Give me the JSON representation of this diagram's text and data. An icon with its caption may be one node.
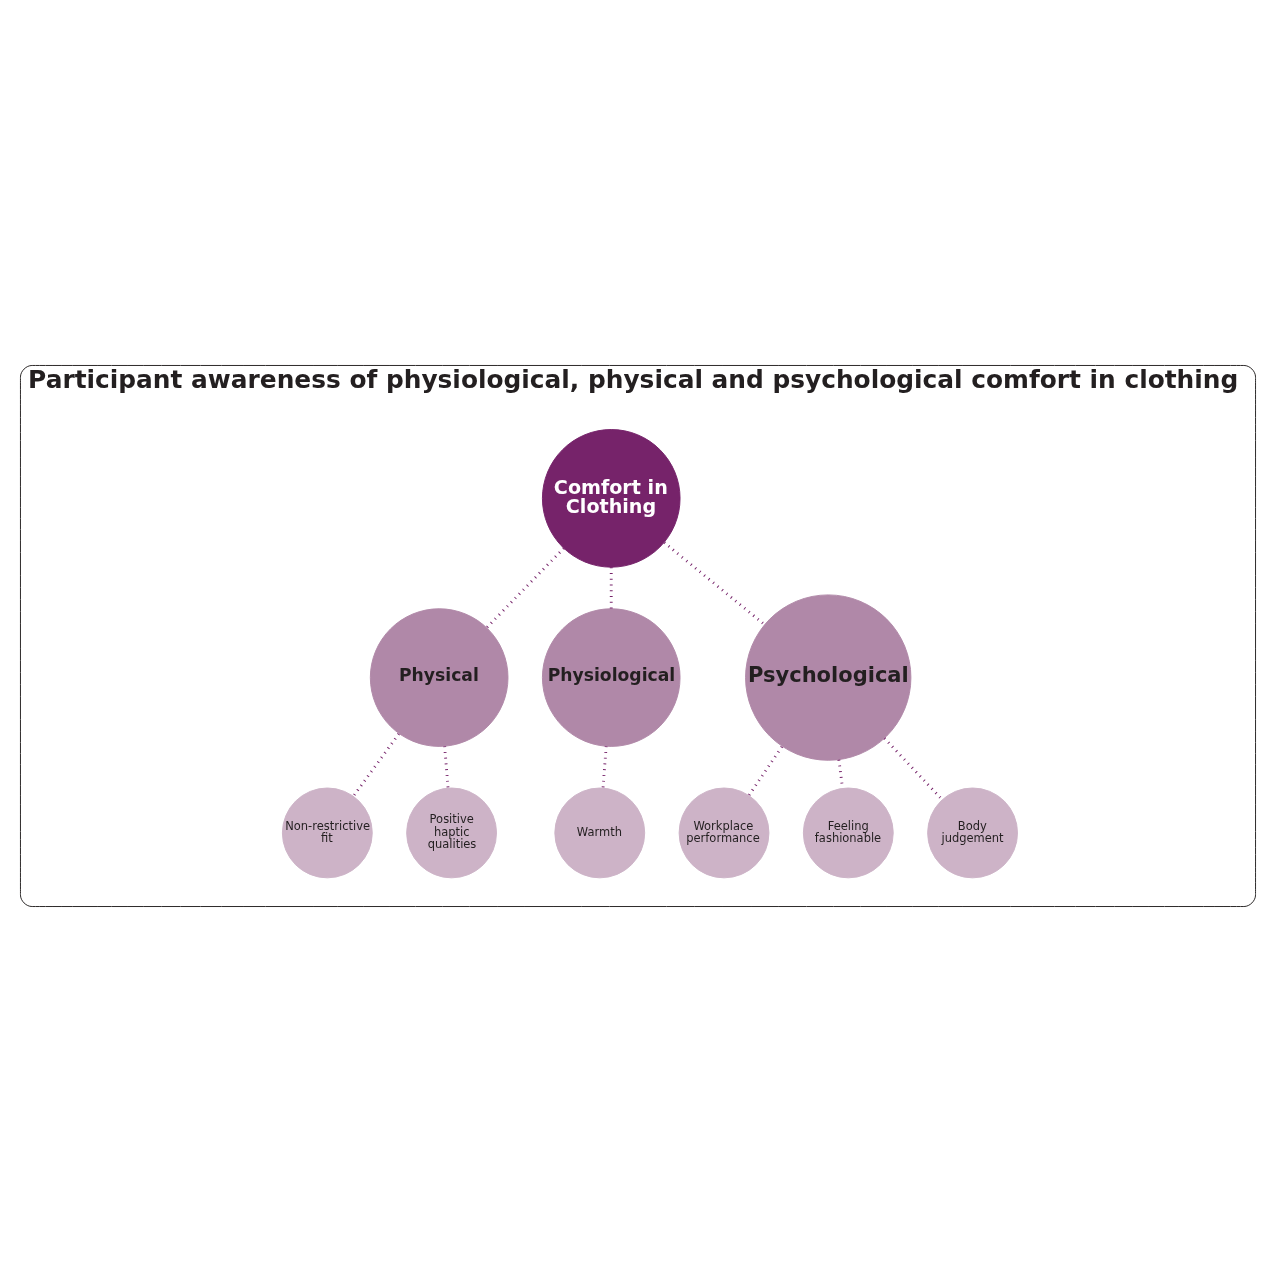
{
  "diagram": {
    "nodes": [
      {
        "text": [
          "Participant awareness of physiological, physical and psychological comfort in clothing"
        ]
      },
      {
        "text": [
          "Non-restrictive fit"
        ],
        "in": 0
      },
      {
        "text": [
          "Positive haptic qualities"
        ],
        "in": 0
      },
      {
        "text": [
          "Physical"
        ],
        "in": 0
      },
      {
        "text": [
          "Physiological"
        ],
        "in": 0
      },
      {
        "text": [
          "Warmth"
        ],
        "in": 0
      },
      {
        "text": [
          "Comfort in Clothing"
        ],
        "in": 0
      },
      {
        "text": [
          "Workplace performance"
        ],
        "in": 0
      },
      {
        "text": [
          "Psychological"
        ],
        "in": 0
      },
      {
        "text": [
          "Feeling fashionable"
        ],
        "in": 0
      },
      {
        "text": [
          "Body judgement"
        ],
        "in": 0
      }
    ],
    "edges": [
      {
        "from": 6,
        "to": 3,
        "arrow": "none"
      },
      {
        "from": 6,
        "to": 4,
        "arrow": "none"
      },
      {
        "from": 6,
        "to": 8,
        "arrow": "none"
      },
      {
        "from": 3,
        "to": 1,
        "arrow": "none"
      },
      {
        "from": 3,
        "to": 2,
        "arrow": "none"
      },
      {
        "from": 4,
        "to": 5,
        "arrow": "none"
      },
      {
        "from": 8,
        "to": 7,
        "arrow": "none"
      },
      {
        "from": 8,
        "to": 9,
        "arrow": "none"
      },
      {
        "from": 8,
        "to": 10,
        "arrow": "none"
      }
    ]
  }
}
